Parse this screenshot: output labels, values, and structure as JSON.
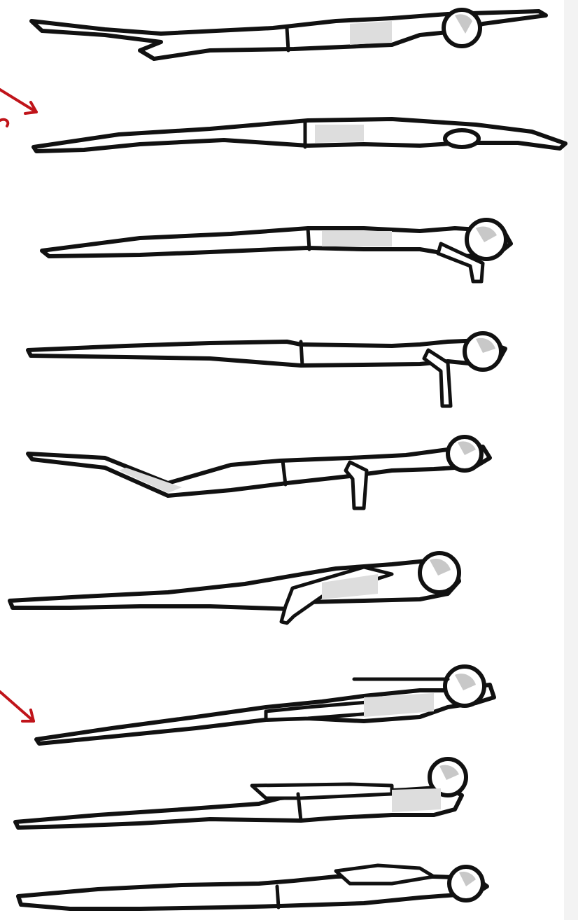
{
  "figure": {
    "colors": {
      "outline": "#111111",
      "shading": "#dddddd",
      "arrow": "#c0141a",
      "background": "#ffffff",
      "edge_strip": "#f3f3f3"
    },
    "frames": [
      {
        "pose": "arms-extended-legs-bent"
      },
      {
        "pose": "streamlined-arms-forward"
      },
      {
        "pose": "arms-pulling-down"
      },
      {
        "pose": "arms-under-chest"
      },
      {
        "pose": "arms-under-chest-legs-bent"
      },
      {
        "pose": "arms-pushing-back"
      },
      {
        "pose": "arms-at-sides-glide"
      },
      {
        "pose": "arms-at-sides-recovery"
      },
      {
        "pose": "arms-folding-forward"
      }
    ],
    "arrows": [
      {
        "target_frame": 2
      },
      {
        "target_frame": 7
      }
    ]
  }
}
